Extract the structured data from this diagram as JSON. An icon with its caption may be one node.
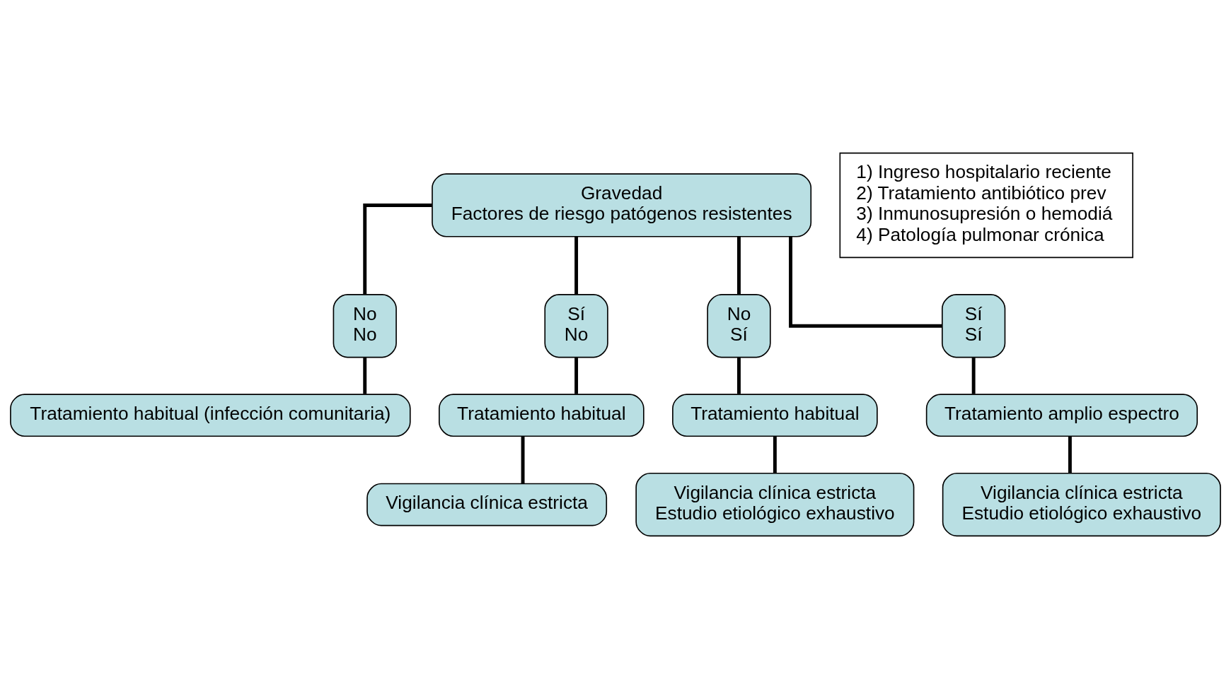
{
  "diagram": {
    "nodes": [
      {
        "text": [
          "Gravedad",
          "Factores de riesgo patógenos resistentes"
        ]
      },
      {
        "text": [
          "No",
          "No"
        ]
      },
      {
        "text": [
          "Sí",
          "No"
        ]
      },
      {
        "text": [
          "No",
          "Sí"
        ]
      },
      {
        "text": [
          "Sí",
          "Sí"
        ]
      },
      {
        "text": [
          "Tratamiento habitual (infección comunitaria)"
        ]
      },
      {
        "text": [
          "Tratamiento habitual"
        ]
      },
      {
        "text": [
          "Vigilancia clínica estricta"
        ]
      },
      {
        "text": [
          "Tratamiento habitual"
        ]
      },
      {
        "text": [
          "Vigilancia clínica estricta",
          "Estudio etiológico exhaustivo"
        ]
      },
      {
        "text": [
          "Tratamiento amplio espectro"
        ]
      },
      {
        "text": [
          "Vigilancia clínica estricta",
          "Estudio etiológico exhaustivo"
        ]
      },
      {
        "text": [
          "1) Ingreso hospitalario reciente",
          "2) Tratamiento antibiótico prev",
          "3) Inmunosupresión o hemodiá",
          "4) Patología pulmonar crónica"
        ]
      }
    ],
    "edges": [
      {
        "from": 0,
        "to": 1,
        "arrow": "none"
      },
      {
        "from": 0,
        "to": 2,
        "arrow": "none"
      },
      {
        "from": 0,
        "to": 3,
        "arrow": "none"
      },
      {
        "from": 0,
        "to": 4,
        "arrow": "none"
      },
      {
        "from": 1,
        "to": 5,
        "arrow": "none"
      },
      {
        "from": 2,
        "to": 6,
        "arrow": "none"
      },
      {
        "from": 6,
        "to": 7,
        "arrow": "none"
      },
      {
        "from": 3,
        "to": 8,
        "arrow": "none"
      },
      {
        "from": 8,
        "to": 9,
        "arrow": "none"
      },
      {
        "from": 4,
        "to": 10,
        "arrow": "none"
      },
      {
        "from": 10,
        "to": 11,
        "arrow": "none"
      }
    ]
  }
}
